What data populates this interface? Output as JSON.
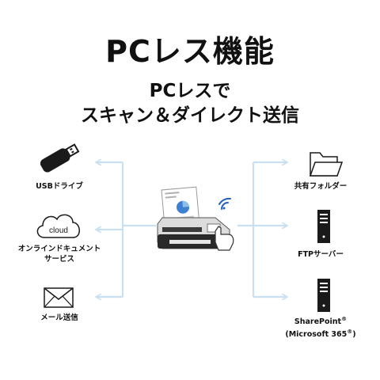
{
  "title": "PCレス機能",
  "subtitle_line1": "PCレスで",
  "subtitle_line2": "スキャン＆ダイレクト送信",
  "left_items": [
    {
      "label": "USBドライブ",
      "icon": "usb-drive-icon"
    },
    {
      "label_line1": "オンラインドキュメント",
      "label_line2": "サービス",
      "icon": "cloud-icon",
      "icon_text": "cloud"
    },
    {
      "label": "メール送信",
      "icon": "envelope-icon"
    }
  ],
  "right_items": [
    {
      "label": "共有フォルダー",
      "icon": "folder-icon"
    },
    {
      "label": "FTPサーバー",
      "icon": "server-icon"
    },
    {
      "label_line1": "SharePoint",
      "label_line1_mark": "®",
      "label_line2": "(Microsoft 365",
      "label_line2_mark": "®",
      "label_line2_end": ")",
      "icon": "server-icon"
    }
  ],
  "center": {
    "icon": "scanner-icon"
  },
  "colors": {
    "arrow": "#c9dff2",
    "icon_dark": "#1a1a1a",
    "wifi": "#1f5fbf"
  }
}
